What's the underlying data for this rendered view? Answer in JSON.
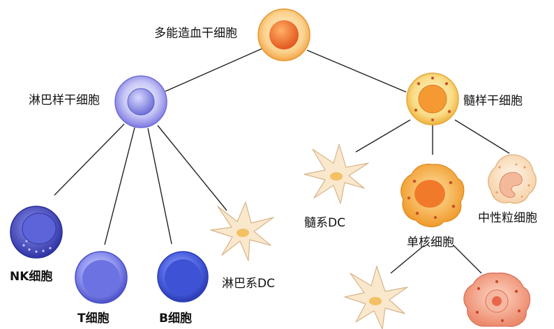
{
  "labels": {
    "hsc": "多能造血干细胞",
    "lymphoid": "淋巴样干细胞",
    "myeloid": "髓样干细胞",
    "myeloid_dc": "髓系DC",
    "neutrophil": "中性粒细胞",
    "monocyte": "单核细胞",
    "nk_cell": "NK细胞",
    "t_cell": "T细胞",
    "b_cell": "B细胞",
    "lymphoid_dc": "淋巴系DC"
  },
  "colors": {
    "stem_orange": "#f07a2a",
    "lymphoid_purple": "#8f8ce8",
    "nk_blue": "#4a4fc4",
    "t_blue": "#6d74e6",
    "b_blue": "#3f56d8",
    "dc_beige": "#f8e6c8",
    "myeloid_yellow": "#f7d27a",
    "monocyte_orange": "#f2a23a",
    "macrophage_salmon": "#f2a088",
    "line": "#222222"
  }
}
